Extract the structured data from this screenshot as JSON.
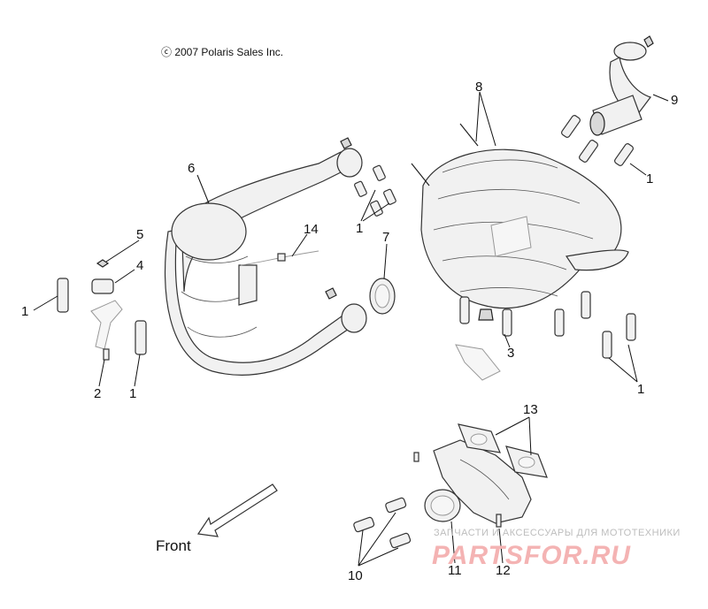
{
  "copyright": "ⓒ 2007 Polaris Sales Inc.",
  "front_label": "Front",
  "watermark": {
    "tagline": "ЗАПЧАСТИ И АКСЕССУАРЫ ДЛЯ МОТОТЕХНИКИ",
    "brand": "PARTSFOR.RU",
    "color": "#f4b3b3"
  },
  "callouts": {
    "c1a": "1",
    "c1b": "1",
    "c1c": "1",
    "c1d": "1",
    "c1e": "1",
    "c2": "2",
    "c3": "3",
    "c4": "4",
    "c5": "5",
    "c6": "6",
    "c7": "7",
    "c8": "8",
    "c9": "9",
    "c10": "10",
    "c11": "11",
    "c12": "12",
    "c13": "13",
    "c14": "14"
  }
}
